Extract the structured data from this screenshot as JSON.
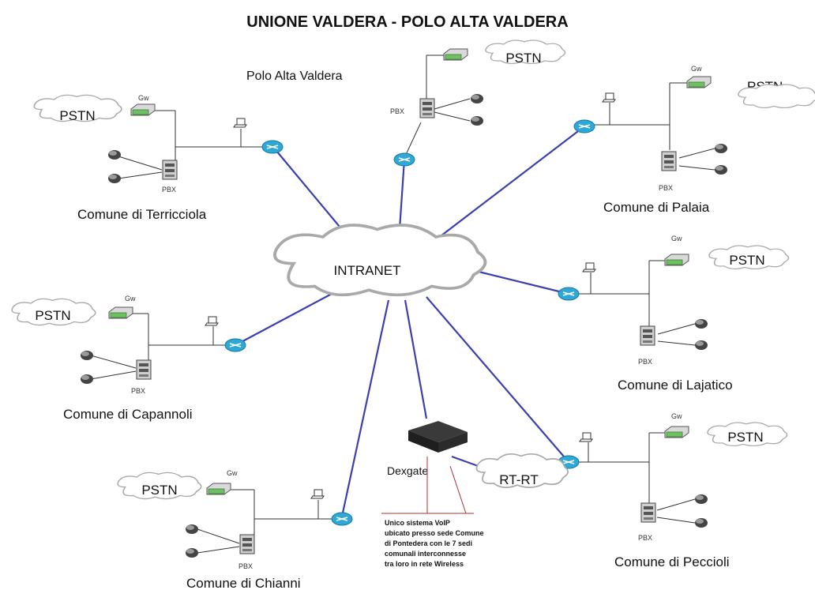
{
  "title": "UNIONE  VALDERA - POLO ALTA VALDERA",
  "subtitle": "Polo Alta Valdera",
  "core_cloud": "INTRANET",
  "wireless_cloud": "RT-RT",
  "device_labels": {
    "pstn": "PSTN",
    "gateway": "Gw",
    "pbx": "PBX"
  },
  "sites": {
    "terricciola": "Comune di Terricciola",
    "palaia": "Comune di Palaia",
    "lajatico": "Comune di Lajatico",
    "capannoli": "Comune di Capannoli",
    "peccioli": "Comune di Peccioli",
    "chianni": "Comune di Chianni"
  },
  "dexgate": {
    "label": "Dexgate",
    "note": [
      "Unico sistema VoIP",
      "ubicato presso sede Comune",
      "di Pontedera con le 7 sedi",
      "comunali interconnesse",
      "tra loro in rete Wireless"
    ]
  },
  "colors": {
    "link": "#3b3fb0",
    "router": "#2fa8d8",
    "gateway": "#6fbf63",
    "cloud_stroke": "#aaaaaa",
    "note_line": "#b03030"
  }
}
